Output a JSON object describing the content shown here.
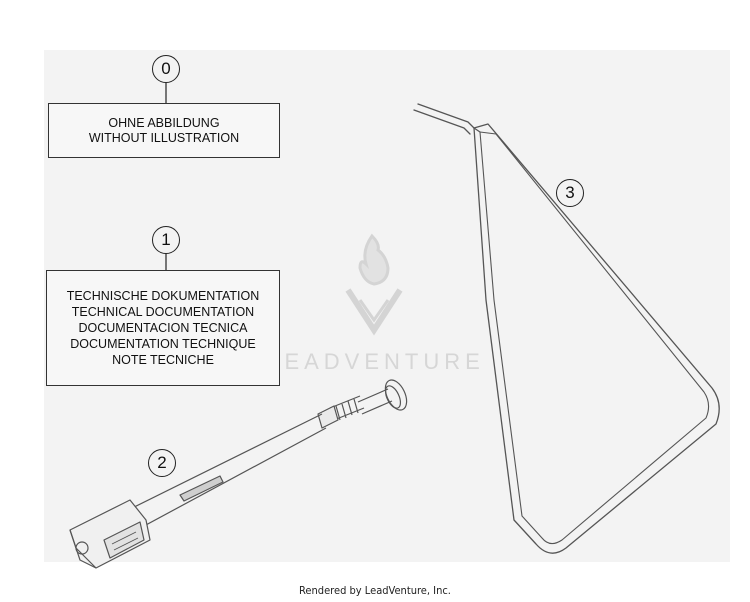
{
  "callouts": {
    "c0": "0",
    "c1": "1",
    "c2": "2",
    "c3": "3"
  },
  "box0": {
    "line1": "OHNE ABBILDUNG",
    "line2": "WITHOUT ILLUSTRATION"
  },
  "box1": {
    "line1": "TECHNISCHE DOKUMENTATION",
    "line2": "TECHNICAL DOCUMENTATION",
    "line3": "DOCUMENTACION TECNICA",
    "line4": "DOCUMENTATION TECHNIQUE",
    "line5": "NOTE TECNICHE"
  },
  "watermark": {
    "text": "LEADVENTURE"
  },
  "footer": {
    "text": "Rendered by LeadVenture, Inc."
  },
  "colors": {
    "panel": "#f3f3f3",
    "ink": "#222222",
    "watermark": "#cfcfcf"
  },
  "icons": {
    "watermark_logo": "flame-v-logo-icon"
  }
}
